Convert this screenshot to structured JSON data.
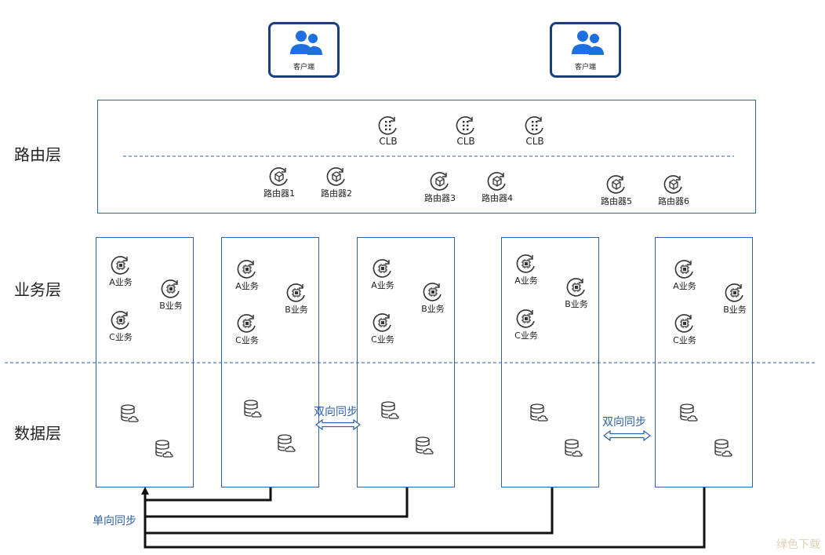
{
  "clients": [
    {
      "label": "客户端",
      "icon": "users-icon"
    },
    {
      "label": "客户端",
      "icon": "users-icon"
    }
  ],
  "layers": {
    "routing": "路由层",
    "business": "业务层",
    "data": "数据层"
  },
  "clb": [
    {
      "label": "CLB",
      "icon": "clb-icon"
    },
    {
      "label": "CLB",
      "icon": "clb-icon"
    },
    {
      "label": "CLB",
      "icon": "clb-icon"
    }
  ],
  "routers": [
    {
      "label": "路由器1",
      "icon": "router-icon"
    },
    {
      "label": "路由器2",
      "icon": "router-icon"
    },
    {
      "label": "路由器3",
      "icon": "router-icon"
    },
    {
      "label": "路由器4",
      "icon": "router-icon"
    },
    {
      "label": "路由器5",
      "icon": "router-icon"
    },
    {
      "label": "路由器6",
      "icon": "router-icon"
    }
  ],
  "services": {
    "a": "A业务",
    "b": "B业务",
    "c": "C业务",
    "icon": "chip-icon"
  },
  "database_icon": "database-cloud-icon",
  "sync": {
    "bidirectional": "双向同步",
    "one_way": "单向同步"
  },
  "watermark": "绿色下载",
  "colors": {
    "client_border": "#1a3f7d",
    "box_border": "#2d62a8",
    "icon_blue": "#1e6fe0",
    "arrow": "#111111",
    "sync_text": "#2d62a8"
  }
}
